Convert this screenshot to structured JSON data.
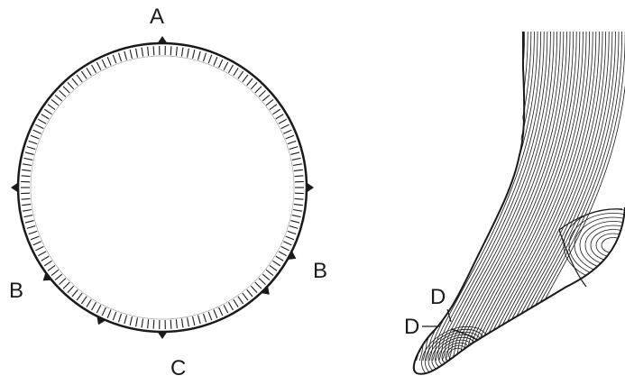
{
  "figure": {
    "circle_labels": {
      "top": "A",
      "left": "B",
      "right": "B",
      "bottom": "C"
    },
    "sock_labels": {
      "upper": "D",
      "lower": "D"
    },
    "ink_color": "#1a1a1a",
    "paper_color": "#ffffff"
  }
}
